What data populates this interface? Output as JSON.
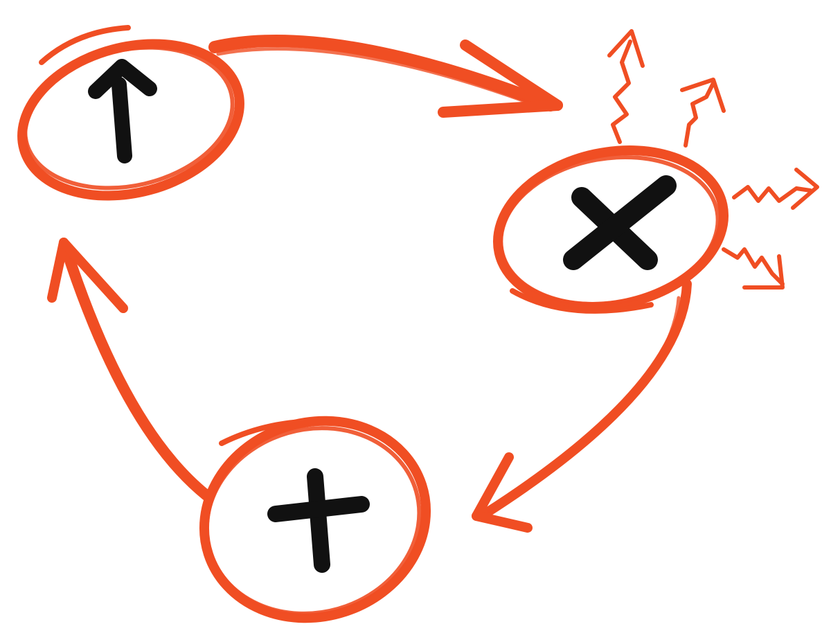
{
  "diagram": {
    "type": "cycle",
    "accent_color": "#f04e23",
    "symbol_color": "#111111",
    "background_color": "#ffffff",
    "nodes": [
      {
        "id": "top-left",
        "symbol": "up-arrow-icon",
        "glyph": "↑"
      },
      {
        "id": "right",
        "symbol": "multiply-icon",
        "glyph": "×",
        "radiating": true
      },
      {
        "id": "bottom",
        "symbol": "plus-icon",
        "glyph": "+"
      }
    ],
    "edges": [
      {
        "from": "top-left",
        "to": "right"
      },
      {
        "from": "right",
        "to": "bottom"
      },
      {
        "from": "bottom",
        "to": "top-left"
      }
    ]
  }
}
